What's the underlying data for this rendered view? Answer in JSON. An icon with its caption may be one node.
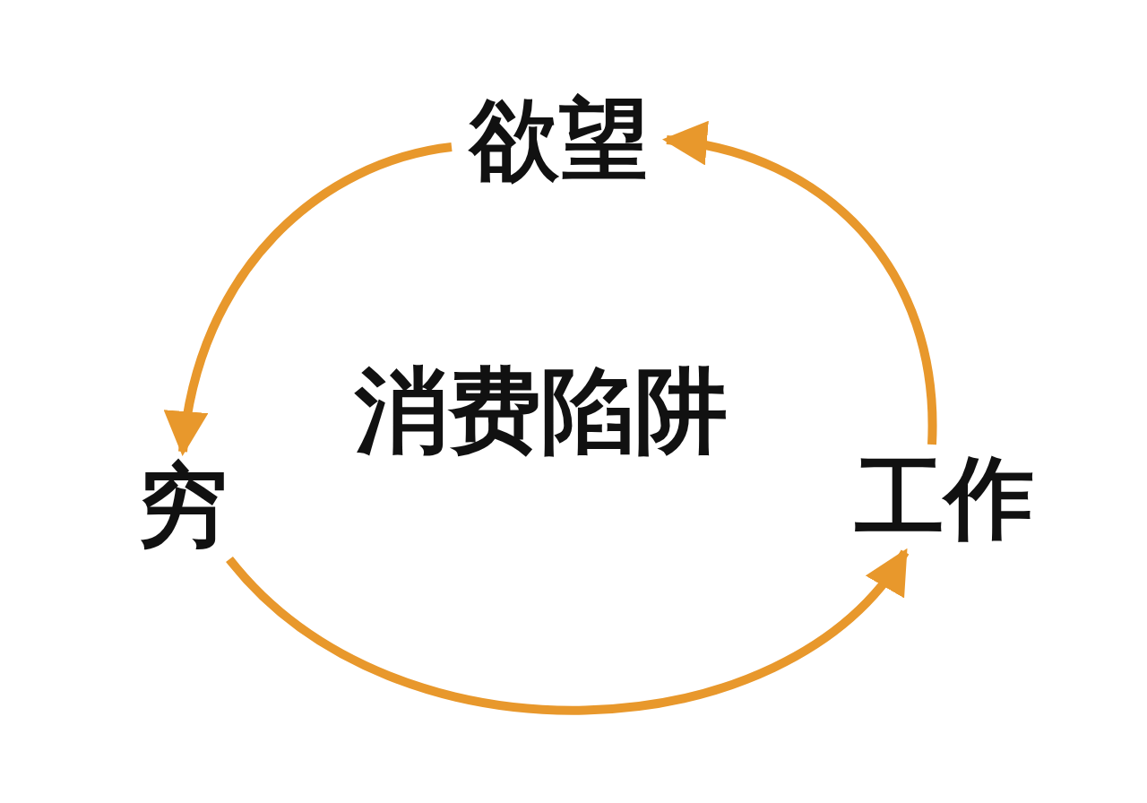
{
  "diagram": {
    "nodes": [
      {
        "text": [
          "欲望"
        ]
      },
      {
        "text": [
          "穷"
        ]
      },
      {
        "text": [
          "工作"
        ]
      }
    ],
    "edges": [
      {
        "from": 0,
        "to": 1,
        "arrow": "to"
      },
      {
        "from": 1,
        "to": 2,
        "arrow": "to"
      },
      {
        "from": 2,
        "to": 0,
        "arrow": "to"
      }
    ],
    "labels": [
      "消费陷阱"
    ]
  }
}
